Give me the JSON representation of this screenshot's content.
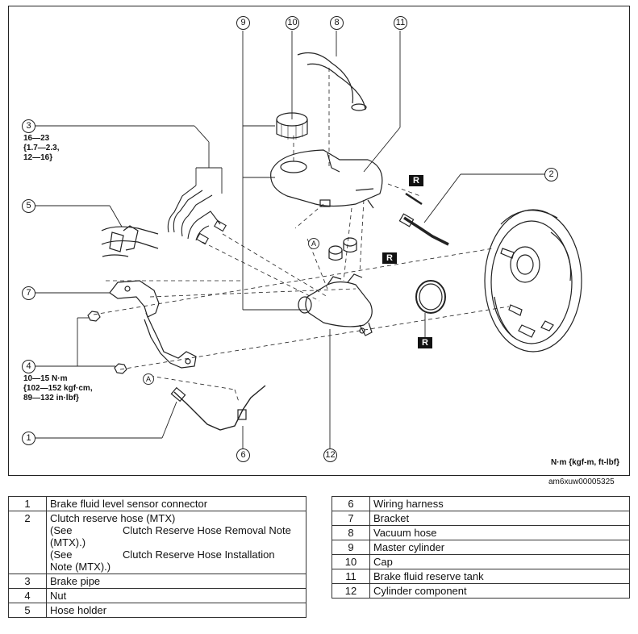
{
  "figure": {
    "callouts": [
      "1",
      "2",
      "3",
      "4",
      "5",
      "6",
      "7",
      "8",
      "9",
      "10",
      "11",
      "12"
    ],
    "torque_3": [
      "16—23",
      "{1.7—2.3,",
      "12—16}"
    ],
    "torque_4": [
      "10—15 N·m",
      "{102—152 kgf·cm,",
      "89—132 in·lbf}"
    ],
    "r_label": "R",
    "a_label": "A",
    "units": "N·m {kgf-m, ft-lbf}",
    "figure_id": "am6xuw00005325"
  },
  "legend_left": [
    {
      "num": "1",
      "name": "Brake fluid level sensor connector"
    },
    {
      "num": "2",
      "name": "Clutch reserve hose (MTX)",
      "notes": [
        {
          "see": "(See",
          "ref": "Clutch Reserve Hose Removal Note",
          "tail": "(MTX).)"
        },
        {
          "see": "(See",
          "ref": "Clutch Reserve Hose Installation",
          "tail": "Note (MTX).)"
        }
      ]
    },
    {
      "num": "3",
      "name": "Brake pipe"
    },
    {
      "num": "4",
      "name": "Nut"
    },
    {
      "num": "5",
      "name": "Hose holder"
    }
  ],
  "legend_right": [
    {
      "num": "6",
      "name": "Wiring harness"
    },
    {
      "num": "7",
      "name": "Bracket"
    },
    {
      "num": "8",
      "name": "Vacuum hose"
    },
    {
      "num": "9",
      "name": "Master cylinder"
    },
    {
      "num": "10",
      "name": "Cap"
    },
    {
      "num": "11",
      "name": "Brake fluid reserve tank"
    },
    {
      "num": "12",
      "name": "Cylinder component"
    }
  ]
}
